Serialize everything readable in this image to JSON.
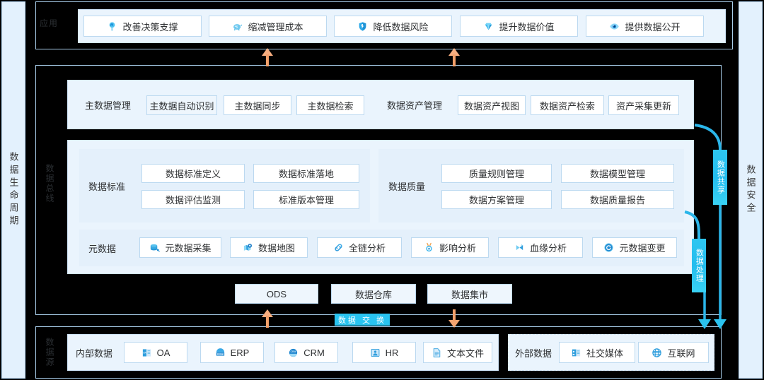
{
  "rails": {
    "left": "数据生命周期",
    "right": "数据安全"
  },
  "layers": {
    "application": {
      "caption": "应用",
      "items": [
        {
          "label": "改善决策支撑",
          "icon": "lightbulb-icon"
        },
        {
          "label": "缩减管理成本",
          "icon": "piggybank-icon"
        },
        {
          "label": "降低数据风险",
          "icon": "shield-icon"
        },
        {
          "label": "提升数据价值",
          "icon": "diamond-icon"
        },
        {
          "label": "提供数据公开",
          "icon": "eye-icon"
        }
      ]
    },
    "bus": {
      "caption": "数据总线",
      "master_data": {
        "label": "主数据管理",
        "items": [
          "主数据自动识别",
          "主数据同步",
          "主数据检索"
        ]
      },
      "asset": {
        "label": "数据资产管理",
        "items": [
          "数据资产视图",
          "数据资产检索",
          "资产采集更新"
        ]
      },
      "standard": {
        "label": "数据标准",
        "items": [
          "数据标准定义",
          "数据标准落地",
          "数据评估监测",
          "标准版本管理"
        ]
      },
      "quality": {
        "label": "数据质量",
        "items": [
          "质量规则管理",
          "数据模型管理",
          "数据方案管理",
          "数据质量报告"
        ]
      },
      "metadata": {
        "label": "元数据",
        "items": [
          {
            "label": "元数据采集",
            "icon": "database-icon"
          },
          {
            "label": "数据地图",
            "icon": "map-pin-icon"
          },
          {
            "label": "全链分析",
            "icon": "link-icon"
          },
          {
            "label": "影响分析",
            "icon": "medal-icon"
          },
          {
            "label": "血缘分析",
            "icon": "sparkle-icon"
          },
          {
            "label": "元数据变更",
            "icon": "refresh-circle-icon"
          }
        ]
      },
      "stores": [
        "ODS",
        "数据仓库",
        "数据集市"
      ]
    },
    "source": {
      "caption": "数据源",
      "internal": {
        "label": "内部数据",
        "items": [
          {
            "label": "OA",
            "icon": "oa-icon"
          },
          {
            "label": "ERP",
            "icon": "erp-icon"
          },
          {
            "label": "CRM",
            "icon": "crm-icon"
          },
          {
            "label": "HR",
            "icon": "hr-icon"
          },
          {
            "label": "文本文件",
            "icon": "document-icon"
          }
        ]
      },
      "external": {
        "label": "外部数据",
        "items": [
          {
            "label": "社交媒体",
            "icon": "social-icon"
          },
          {
            "label": "互联网",
            "icon": "globe-icon"
          }
        ]
      }
    },
    "ribbons": {
      "share": "数据共享",
      "process": "数据处理",
      "exchange": "数据 交 换"
    }
  },
  "colors": {
    "background": "#000000",
    "panel": "#eaf4fd",
    "chip_border": "#bcd9f0",
    "accent_cyan": "#29c3f0",
    "accent_orange": "#f4a06a",
    "rail_fill": "#e3f1fd"
  }
}
